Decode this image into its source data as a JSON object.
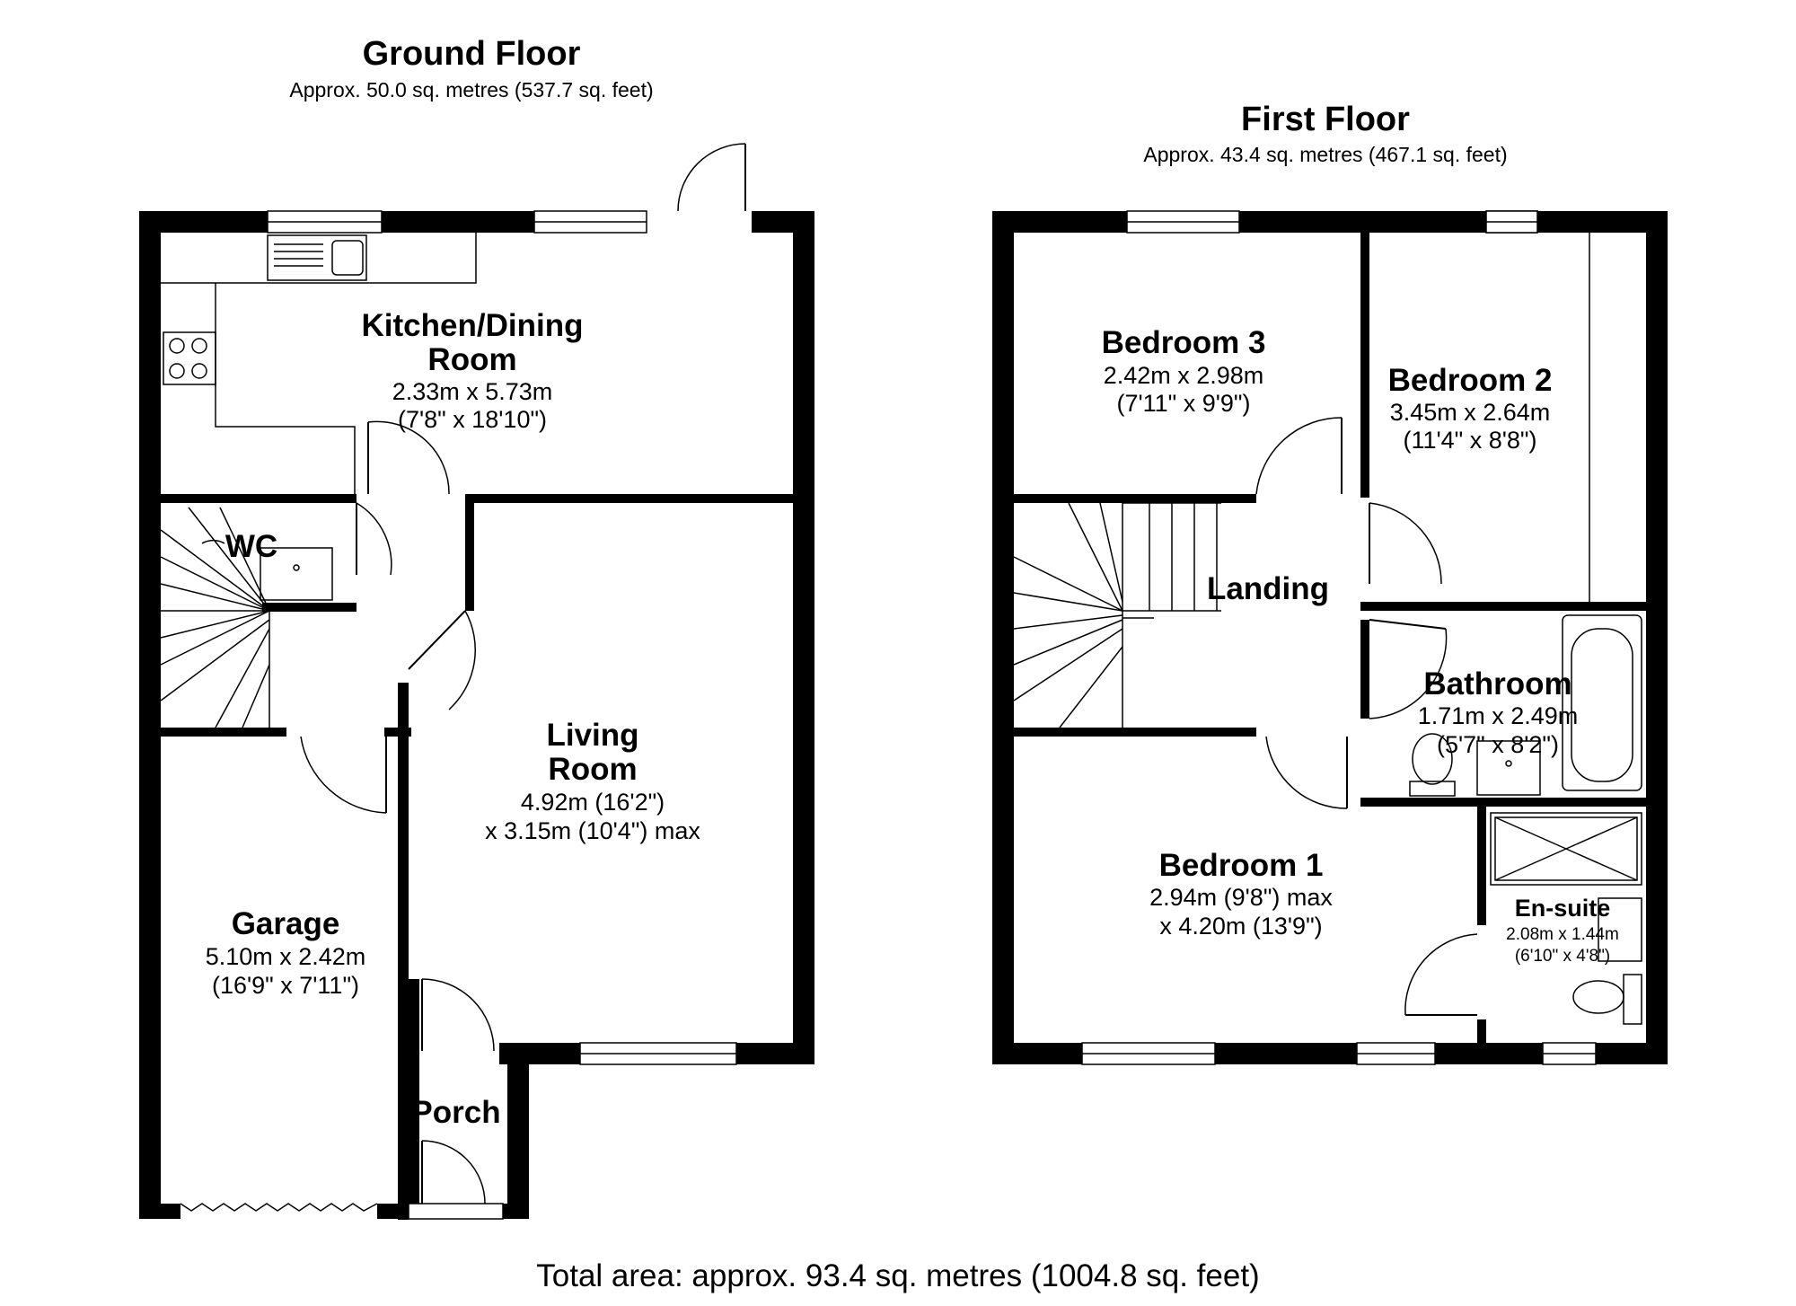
{
  "ground_floor": {
    "title": "Ground Floor",
    "area": "Approx. 50.0 sq. metres (537.7 sq. feet)",
    "rooms": {
      "kitchen": {
        "name_1": "Kitchen/Dining",
        "name_2": "Room",
        "dim_1": "2.33m x 5.73m",
        "dim_2": "(7'8\" x 18'10\")"
      },
      "wc": {
        "name": "WC"
      },
      "living": {
        "name_1": "Living",
        "name_2": "Room",
        "dim_1": "4.92m (16'2\")",
        "dim_2": "x 3.15m (10'4\") max"
      },
      "garage": {
        "name": "Garage",
        "dim_1": "5.10m x 2.42m",
        "dim_2": "(16'9\" x 7'11\")"
      },
      "porch": {
        "name": "Porch"
      }
    }
  },
  "first_floor": {
    "title": "First Floor",
    "area": "Approx. 43.4 sq. metres (467.1 sq. feet)",
    "rooms": {
      "bedroom3": {
        "name": "Bedroom 3",
        "dim_1": "2.42m x 2.98m",
        "dim_2": "(7'11\" x 9'9\")"
      },
      "bedroom2": {
        "name": "Bedroom 2",
        "dim_1": "3.45m x 2.64m",
        "dim_2": "(11'4\" x 8'8\")"
      },
      "landing": {
        "name": "Landing"
      },
      "bathroom": {
        "name": "Bathroom",
        "dim_1": "1.71m x 2.49m",
        "dim_2": "(5'7\" x 8'2\")"
      },
      "bedroom1": {
        "name": "Bedroom 1",
        "dim_1": "2.94m (9'8\") max",
        "dim_2": "x 4.20m (13'9\")"
      },
      "ensuite": {
        "name": "En-suite",
        "dim_1": "2.08m x 1.44m",
        "dim_2": "(6'10\" x 4'8\")"
      }
    }
  },
  "total_area": "Total area: approx. 93.4 sq. metres (1004.8 sq. feet)"
}
